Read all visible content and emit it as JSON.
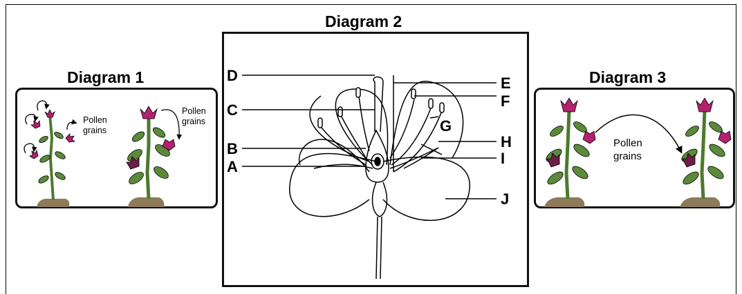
{
  "titles": {
    "diagram1": "Diagram 1",
    "diagram2": "Diagram 2",
    "diagram3": "Diagram 3"
  },
  "diagram1": {
    "left_text_line1": "Pollen",
    "left_text_line2": "grains",
    "right_text_line1": "Pollen",
    "right_text_line2": "grains"
  },
  "diagram2": {
    "labels": [
      "A",
      "B",
      "C",
      "D",
      "E",
      "F",
      "G",
      "H",
      "I",
      "J"
    ]
  },
  "diagram3": {
    "text_line1": "Pollen",
    "text_line2": "grains"
  },
  "colors": {
    "petal_light": "#b2226f",
    "petal_dark": "#6e1d46",
    "leaf": "#5a8a3a",
    "leaf_dark": "#3f6a25",
    "stem": "#4c7a2e",
    "soil": "#8c7a58"
  }
}
